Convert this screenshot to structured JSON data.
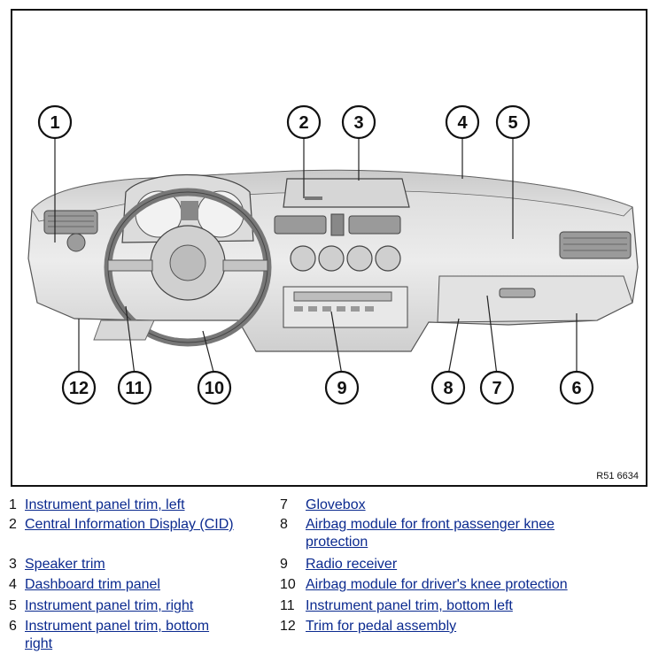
{
  "figure": {
    "code": "R51 6634",
    "callouts": [
      "1",
      "2",
      "3",
      "4",
      "5",
      "6",
      "7",
      "8",
      "9",
      "10",
      "11",
      "12"
    ]
  },
  "legend": [
    {
      "num": "1",
      "label": "Instrument panel trim, left"
    },
    {
      "num": "2",
      "label": "Central Information Display (CID)"
    },
    {
      "num": "3",
      "label": "Speaker trim"
    },
    {
      "num": "4",
      "label": "Dashboard trim panel"
    },
    {
      "num": "5",
      "label": "Instrument panel trim, right"
    },
    {
      "num": "6",
      "label": "Instrument panel trim, bottom right"
    },
    {
      "num": "7",
      "label": "Glovebox"
    },
    {
      "num": "8",
      "label": "Airbag module for front passenger knee protection"
    },
    {
      "num": "9",
      "label": "Radio receiver"
    },
    {
      "num": "10",
      "label": "Airbag module for driver's knee protection"
    },
    {
      "num": "11",
      "label": "Instrument panel trim, bottom left"
    },
    {
      "num": "12",
      "label": "Trim for pedal assembly"
    }
  ],
  "colors": {
    "link": "#0b2a8f",
    "dash_fill": "#e4e4e4",
    "dash_shadow": "#c8c8c8"
  }
}
